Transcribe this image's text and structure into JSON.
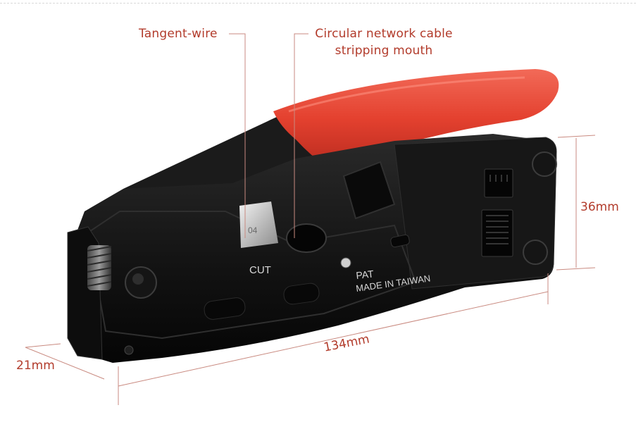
{
  "labels": {
    "tangent_wire": "Tangent-wire",
    "stripping_mouth_line1": "Circular network cable",
    "stripping_mouth_line2": "stripping mouth"
  },
  "dimensions": {
    "height": "36mm",
    "length": "134mm",
    "width": "21mm"
  },
  "tool_markings": {
    "cut": "CUT",
    "pat": "PAT",
    "made_in": "MADE IN TAIWAN",
    "blade_mark": "04"
  },
  "colors": {
    "accent_text": "#b23b2b",
    "handle_red": "#e8493a",
    "body_black": "#141414",
    "leader_line": "#c98a80"
  }
}
